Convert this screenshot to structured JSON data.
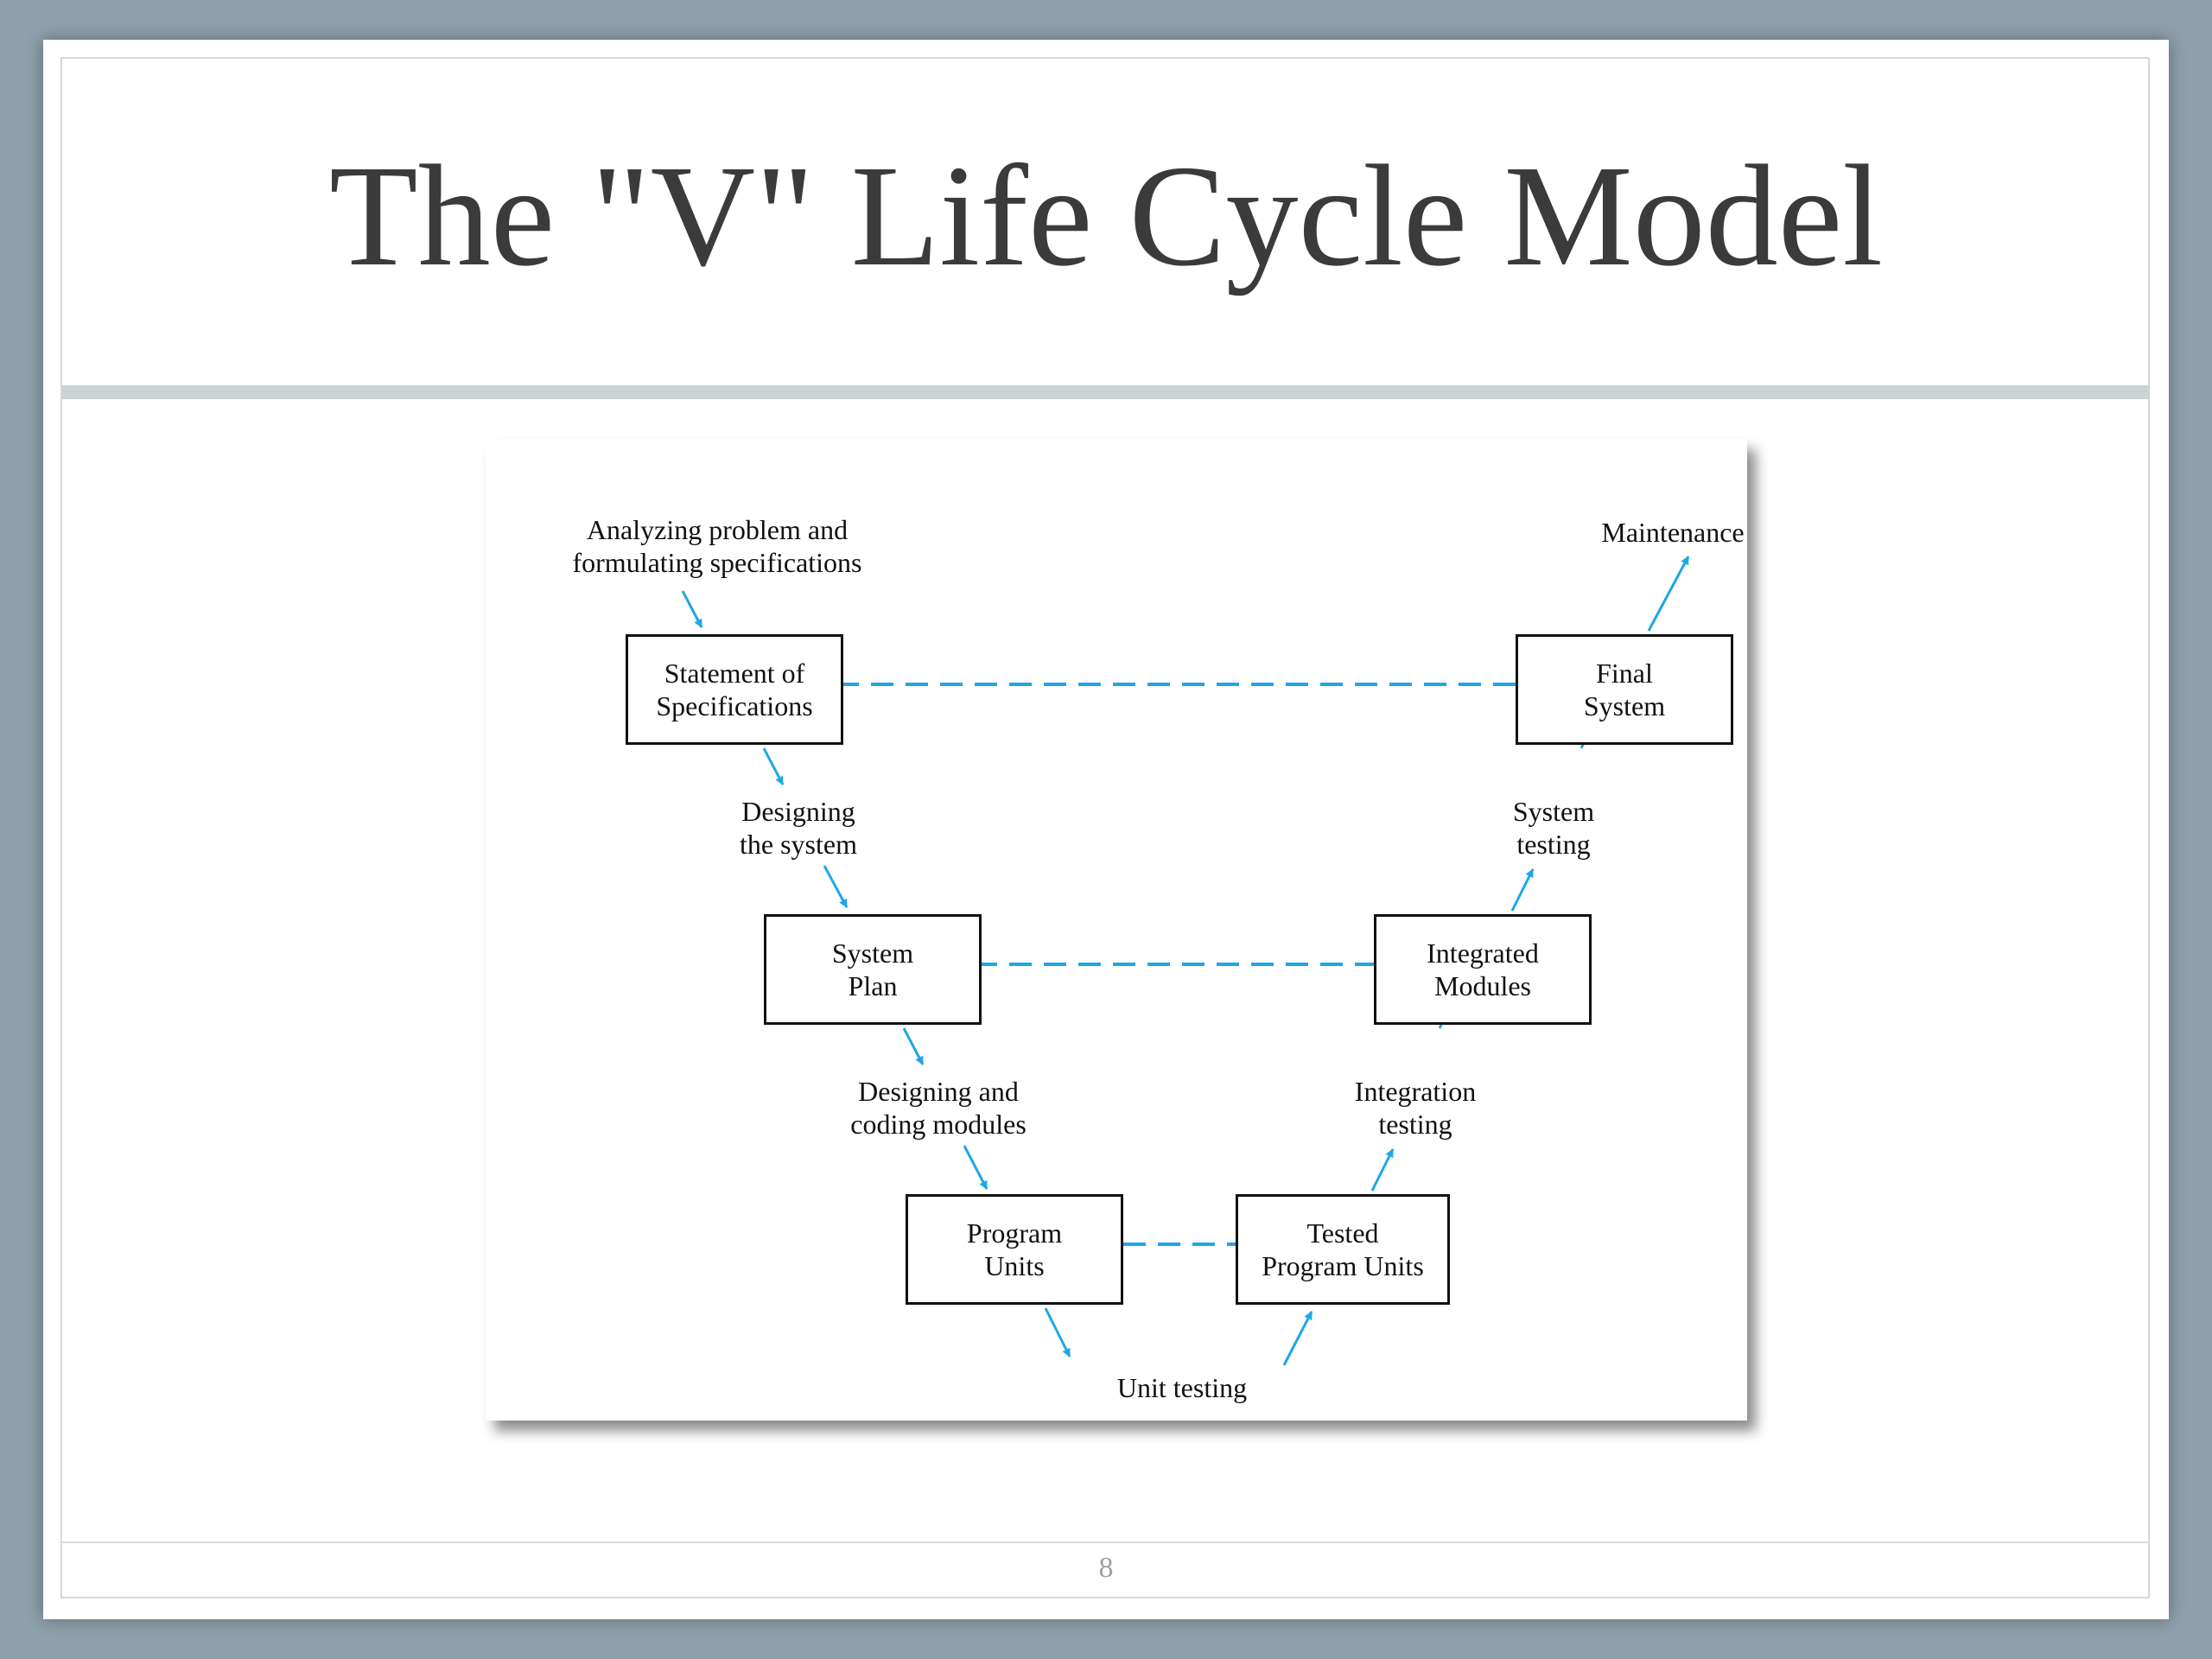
{
  "slide": {
    "title": "The \"V\" Life Cycle Model",
    "page_number": "8"
  },
  "diagram": {
    "boxes": [
      {
        "id": "statement",
        "label": "Statement of\nSpecifications"
      },
      {
        "id": "system_plan",
        "label": "System\nPlan"
      },
      {
        "id": "program_units",
        "label": "Program\nUnits"
      },
      {
        "id": "tested_units",
        "label": "Tested\nProgram Units"
      },
      {
        "id": "integrated",
        "label": "Integrated\nModules"
      },
      {
        "id": "final_system",
        "label": "Final\nSystem"
      }
    ],
    "steps": [
      {
        "id": "analyzing",
        "label": "Analyzing problem and\nformulating specifications"
      },
      {
        "id": "designing_system",
        "label": "Designing\nthe system"
      },
      {
        "id": "designing_coding",
        "label": "Designing and\ncoding modules"
      },
      {
        "id": "unit_testing",
        "label": "Unit testing"
      },
      {
        "id": "integration_testing",
        "label": "Integration\ntesting"
      },
      {
        "id": "system_testing",
        "label": "System\ntesting"
      },
      {
        "id": "maintenance",
        "label": "Maintenance"
      }
    ],
    "arrow_color": "#1ea7e6",
    "dashed_link_color": "#1ea7e6"
  }
}
